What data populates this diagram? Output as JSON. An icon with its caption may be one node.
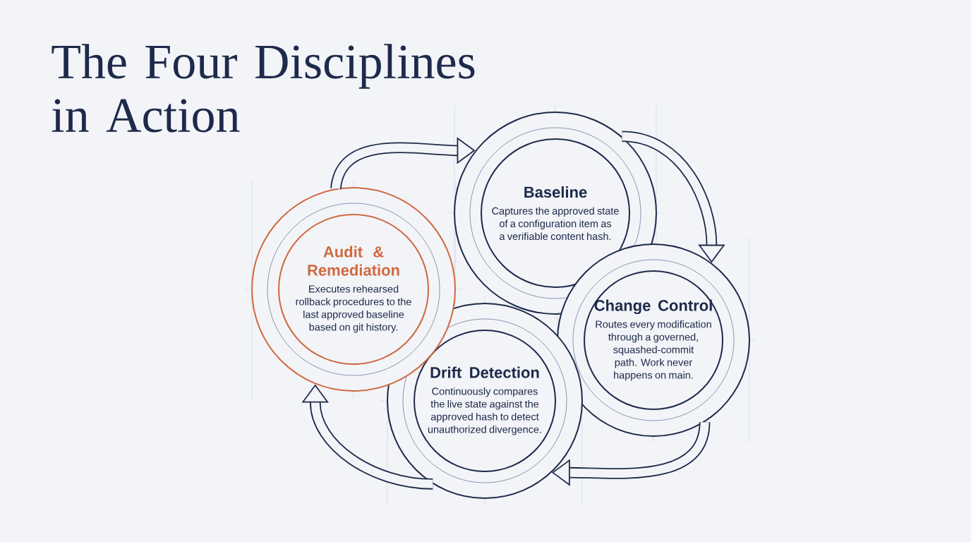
{
  "diagram": {
    "title": "The Four Disciplines in Action",
    "nodes": [
      {
        "text": [
          "Baseline",
          "Captures the approved state of a configuration item as a verifiable content hash."
        ]
      },
      {
        "text": [
          "Change Control",
          "Routes every modification through a governed, squashed-commit path. Work never happens on main."
        ]
      },
      {
        "text": [
          "Drift Detection",
          "Continuously compares the live state against the approved hash to detect unauthorized divergence."
        ]
      },
      {
        "text": [
          "Audit & Remediation",
          "Executes rehearsed rollback procedures to the last approved baseline based on git history."
        ]
      }
    ],
    "edges": [
      {
        "from": 3,
        "to": 0,
        "arrow": "to"
      },
      {
        "from": 0,
        "to": 1,
        "arrow": "to"
      },
      {
        "from": 1,
        "to": 2,
        "arrow": "to"
      },
      {
        "from": 2,
        "to": 3,
        "arrow": "to"
      }
    ]
  }
}
